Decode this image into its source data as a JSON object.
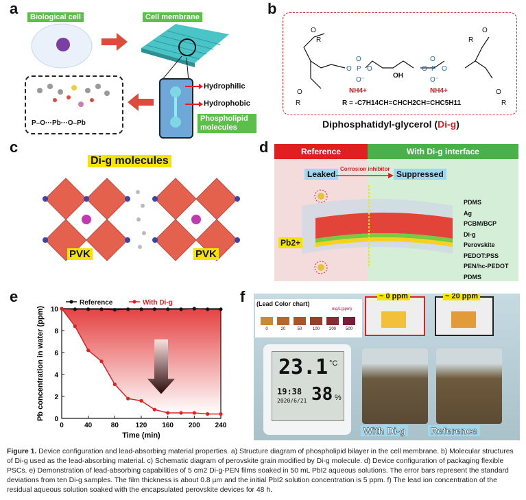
{
  "panels": {
    "a": "a",
    "b": "b",
    "c": "c",
    "d": "d",
    "e": "e",
    "f": "f"
  },
  "a": {
    "bio_cell": "Biological cell",
    "cell_membrane": "Cell membrane",
    "hydrophilic": "Hydrophilic",
    "hydrophobic": "Hydrophobic",
    "phospholipid": "Phospholipid molecules",
    "bond_text": "P–O···Pb···O–Pb"
  },
  "b": {
    "nh4_left": "NH4+",
    "nh4_right": "NH4+",
    "r_def": "R = -C7H14CH=CHCH2CH=CHC5H11",
    "title_main": "Diphosphatidyl-glycerol (",
    "title_abbr": "Di-g",
    "title_end": ")",
    "oh": "OH",
    "r": "R"
  },
  "c": {
    "title": "Di-g molecules",
    "pvk_left": "PVK",
    "pvk_right": "PVK"
  },
  "d": {
    "reference": "Reference",
    "with_dig": "With Di-g interface",
    "leaked": "Leaked",
    "suppressed": "Suppressed",
    "corrosion": "Corrosion inhibitor",
    "pb": "Pb2+",
    "layers": [
      "PDMS",
      "Ag",
      "PCBM/BCP",
      "Di-g",
      "Perovskite",
      "PEDOT:PSS",
      "PEN/hc-PEDOT",
      "PDMS"
    ]
  },
  "f": {
    "chart_title": "(Lead Color chart)",
    "unit": "mg/L(ppm)",
    "swatch_labels": [
      "0",
      "20",
      "50",
      "100",
      "200",
      "500"
    ],
    "swatch_colors": [
      "#c9893b",
      "#b7672b",
      "#a8552a",
      "#94402a",
      "#882c34",
      "#7b1c38"
    ],
    "ppm0": "~ 0 ppm",
    "ppm20": "~ 20 ppm",
    "with_dig": "With Di-g",
    "reference": "Reference",
    "temp": "23.1",
    "temp_unit": "°C",
    "time": "19:38",
    "date": "2020/6/21",
    "humidity": "38",
    "hum_unit": "%"
  },
  "chart_data": {
    "type": "line",
    "xlabel": "Time (min)",
    "ylabel": "Pb concentration in water (ppm)",
    "xlim": [
      0,
      240
    ],
    "ylim": [
      0,
      10
    ],
    "xticks": [
      0,
      40,
      80,
      120,
      160,
      200,
      240
    ],
    "yticks": [
      0,
      2,
      4,
      6,
      8,
      10
    ],
    "legend_position": "top",
    "series": [
      {
        "name": "Reference",
        "color": "#111111",
        "x": [
          0,
          20,
          40,
          60,
          80,
          100,
          120,
          140,
          160,
          180,
          200,
          220,
          240
        ],
        "y": [
          10,
          9.95,
          9.95,
          9.95,
          9.9,
          9.95,
          9.95,
          9.95,
          9.95,
          9.95,
          10,
          9.95,
          9.95
        ]
      },
      {
        "name": "With Di-g",
        "color": "#e02020",
        "x": [
          0,
          20,
          40,
          60,
          80,
          100,
          120,
          140,
          160,
          180,
          200,
          220,
          240
        ],
        "y": [
          10,
          8.4,
          6.2,
          5.2,
          3.1,
          1.8,
          1.6,
          0.8,
          0.5,
          0.5,
          0.5,
          0.4,
          0.4
        ]
      }
    ]
  },
  "caption": {
    "fig": "Figure 1.",
    "text": "Device configuration and lead-absorbing material properties. a) Structure diagram of phospholipid bilayer in the cell membrane. b) Molecular structures of Di-g used as the lead-absorbing material. c) Schematic diagram of perovskite grain modified by Di-g molecule. d) Device configuration of packaging flexible PSCs. e) Demonstration of lead-absorbing capabilities of 5 cm2 Di-g-PEN films soaked in 50 mL PbI2 aqueous solutions. The error bars represent the standard deviations from ten Di-g samples. The film thickness is about 0.8 µm and the initial PbI2 solution concentration is 5 ppm. f) The lead ion concentration of the residual aqueous solution soaked with the encapsulated perovskite devices for 48 h."
  },
  "colors": {
    "red": "#e02020",
    "green": "#5bbf4a",
    "blue": "#1a6fbf",
    "yellow": "#f5e400"
  }
}
